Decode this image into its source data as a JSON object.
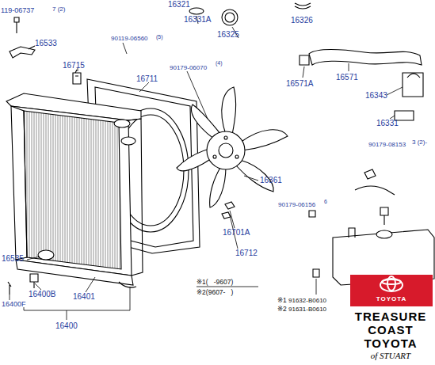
{
  "diagram": {
    "nodes": [
      {
        "text": [
          "TOYOTA"
        ]
      }
    ],
    "labels": [
      "119-06737",
      "7 (2)",
      "16321",
      "16331A",
      "16325",
      "16326",
      "16533",
      "90119-06560",
      "(5)",
      "16715",
      "16711",
      "90179-06070",
      "(4)",
      "16571A",
      "16571",
      "16343",
      "16331",
      "90179-08153",
      "3 (2)-",
      "16361",
      "90179-06156",
      "6",
      "16701A",
      "16712",
      "16535",
      "16400B",
      "16401",
      "16400F",
      "16400",
      "※1(   -9607)",
      "※2(9607-   )",
      "※1",
      "91632-B0610",
      "※2",
      "91631-B0610",
      "TREASURE",
      "COAST",
      "TOYOTA",
      "of STUART"
    ]
  }
}
